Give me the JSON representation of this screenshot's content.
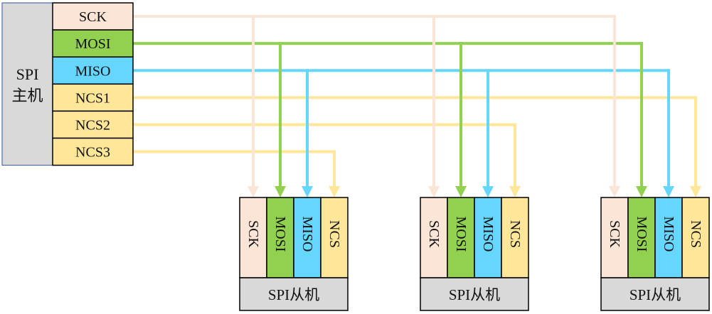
{
  "master": {
    "label_line1": "SPI",
    "label_line2": "主机",
    "pins": [
      {
        "id": "sck",
        "label": "SCK",
        "signal": "sck"
      },
      {
        "id": "mosi",
        "label": "MOSI",
        "signal": "mosi"
      },
      {
        "id": "miso",
        "label": "MISO",
        "signal": "miso"
      },
      {
        "id": "ncs1",
        "label": "NCS1",
        "signal": "ncs"
      },
      {
        "id": "ncs2",
        "label": "NCS2",
        "signal": "ncs"
      },
      {
        "id": "ncs3",
        "label": "NCS3",
        "signal": "ncs"
      }
    ]
  },
  "slaves": [
    {
      "label": "SPI从机",
      "pins": [
        "SCK",
        "MOSI",
        "MISO",
        "NCS"
      ],
      "cs_from": "ncs3"
    },
    {
      "label": "SPI从机",
      "pins": [
        "SCK",
        "MOSI",
        "MISO",
        "NCS"
      ],
      "cs_from": "ncs2"
    },
    {
      "label": "SPI从机",
      "pins": [
        "SCK",
        "MOSI",
        "MISO",
        "NCS"
      ],
      "cs_from": "ncs1"
    }
  ],
  "colors": {
    "sck_fill": "#FBE5D6",
    "sck_line": "#FBE5D6",
    "mosi_fill": "#92D050",
    "mosi_line": "#92D050",
    "miso_fill": "#66D6FF",
    "miso_line": "#66D6FF",
    "ncs_fill": "#FFE699",
    "ncs_line": "#FFE699",
    "box_gray": "#D9D9D9",
    "border": "#000000",
    "master_border": "#2F5597"
  }
}
